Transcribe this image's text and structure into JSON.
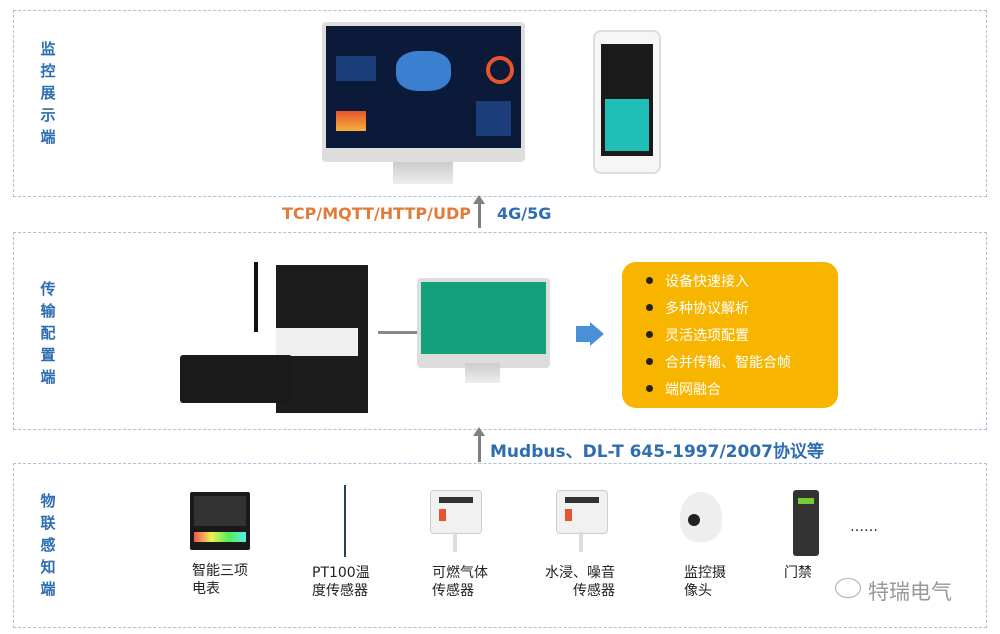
{
  "sections": {
    "display": "监控展示端",
    "transport": "传输配置端",
    "sensing": "物联感知端"
  },
  "protocols_top": {
    "left": "TCP/MQTT/HTTP/UDP",
    "right": "4G/5G"
  },
  "protocols_bottom": "Mudbus、DL-T 645-1997/2007协议等",
  "features": [
    "设备快速接入",
    "多种协议解析",
    "灵活选项配置",
    "合并传输、智能合帧",
    "端网融合"
  ],
  "devices": [
    {
      "line1": "智能三项",
      "line2": "电表"
    },
    {
      "line1": "PT100温",
      "line2": "度传感器"
    },
    {
      "line1": "可燃气体",
      "line2": "传感器"
    },
    {
      "line1": "水浸、噪音",
      "line2": "传感器"
    },
    {
      "line1": "监控摄",
      "line2": "像头"
    },
    {
      "line1": "门禁",
      "line2": ""
    }
  ],
  "more": "……",
  "watermark": "特瑞电气",
  "colors": {
    "label": "#2f6db1",
    "orange": "#e07b39",
    "yellow": "#f7b500",
    "green": "#13a07a",
    "dashed": "#a9c2de"
  }
}
